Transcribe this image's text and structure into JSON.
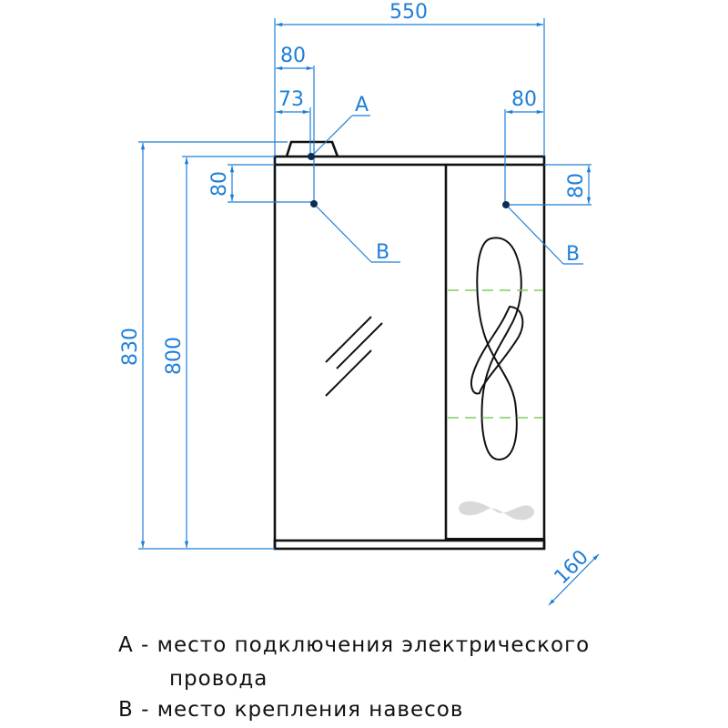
{
  "drawing": {
    "dimensions": {
      "total_width": "550",
      "left_hook_offset": "80",
      "connection_offset": "73",
      "right_hook_offset": "80",
      "left_hook_drop": "80",
      "right_hook_drop": "80",
      "total_height": "830",
      "body_height": "800",
      "depth": "160"
    },
    "callouts": {
      "connection_point": "A",
      "left_hook": "B",
      "right_hook": "B"
    },
    "colors": {
      "dimension": "#1f7fd8",
      "outline": "#111111",
      "shelf_dashed": "#7fcf5a"
    }
  },
  "legend": {
    "line_a": "А - место подключения электрического",
    "line_a_cont": "провода",
    "line_b": "В - место крепления навесов"
  }
}
